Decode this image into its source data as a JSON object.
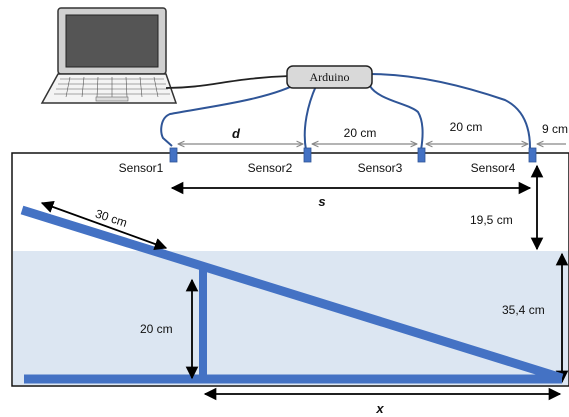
{
  "arduino": {
    "label": "Arduino"
  },
  "sensors": [
    "Sensor1",
    "Sensor2",
    "Sensor3",
    "Sensor4"
  ],
  "spacings": {
    "d": "d",
    "s23": "20 cm",
    "s34": "20 cm",
    "s4edge": "9 cm"
  },
  "dimensions": {
    "s": "s",
    "x": "x",
    "height_above_water": "19,5 cm",
    "water_depth": "35,4 cm",
    "ramp_length": "30 cm",
    "support_height": "20 cm"
  },
  "colors": {
    "ramp": "#4472c4",
    "water": "#dce6f2",
    "wire": "#2f5597",
    "sensor": "#4472c4",
    "arduino_box": "#d9d9d9"
  },
  "icons": {
    "computer": "laptop-icon"
  }
}
